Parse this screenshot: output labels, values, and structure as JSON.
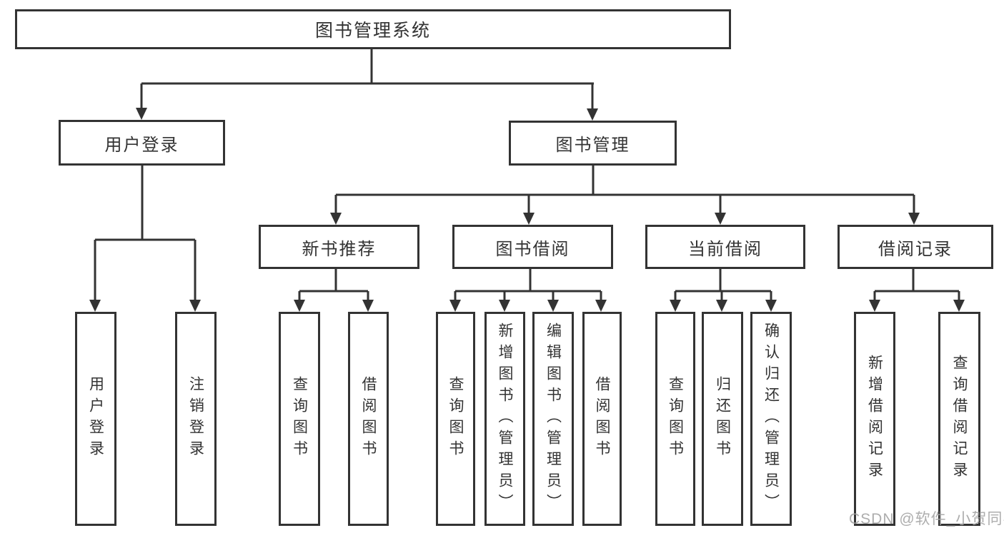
{
  "nodes": {
    "root": "图书管理系统",
    "user_login": "用户登录",
    "book_management": "图书管理",
    "new_book_recommend": "新书推荐",
    "book_borrow": "图书借阅",
    "current_borrow": "当前借阅",
    "borrow_records": "借阅记录",
    "leaf_user_login": "用户登录",
    "leaf_logout": "注销登录",
    "leaf_query_book_a": "查询图书",
    "leaf_borrow_book_a": "借阅图书",
    "leaf_query_book_b": "查询图书",
    "leaf_add_book_admin": "新增图书（管理员）",
    "leaf_edit_book_admin": "编辑图书（管理员）",
    "leaf_borrow_book_b": "借阅图书",
    "leaf_query_book_c": "查询图书",
    "leaf_return_book": "归还图书",
    "leaf_confirm_return_admin": "确认归还（管理员）",
    "leaf_add_borrow_record": "新增借阅记录",
    "leaf_query_borrow_record": "查询借阅记录"
  },
  "colors": {
    "line": "#333333",
    "text": "#333333",
    "watermark": "#a4a4a4",
    "background": "#ffffff"
  },
  "watermark": "CSDN @软件_小贺同学"
}
